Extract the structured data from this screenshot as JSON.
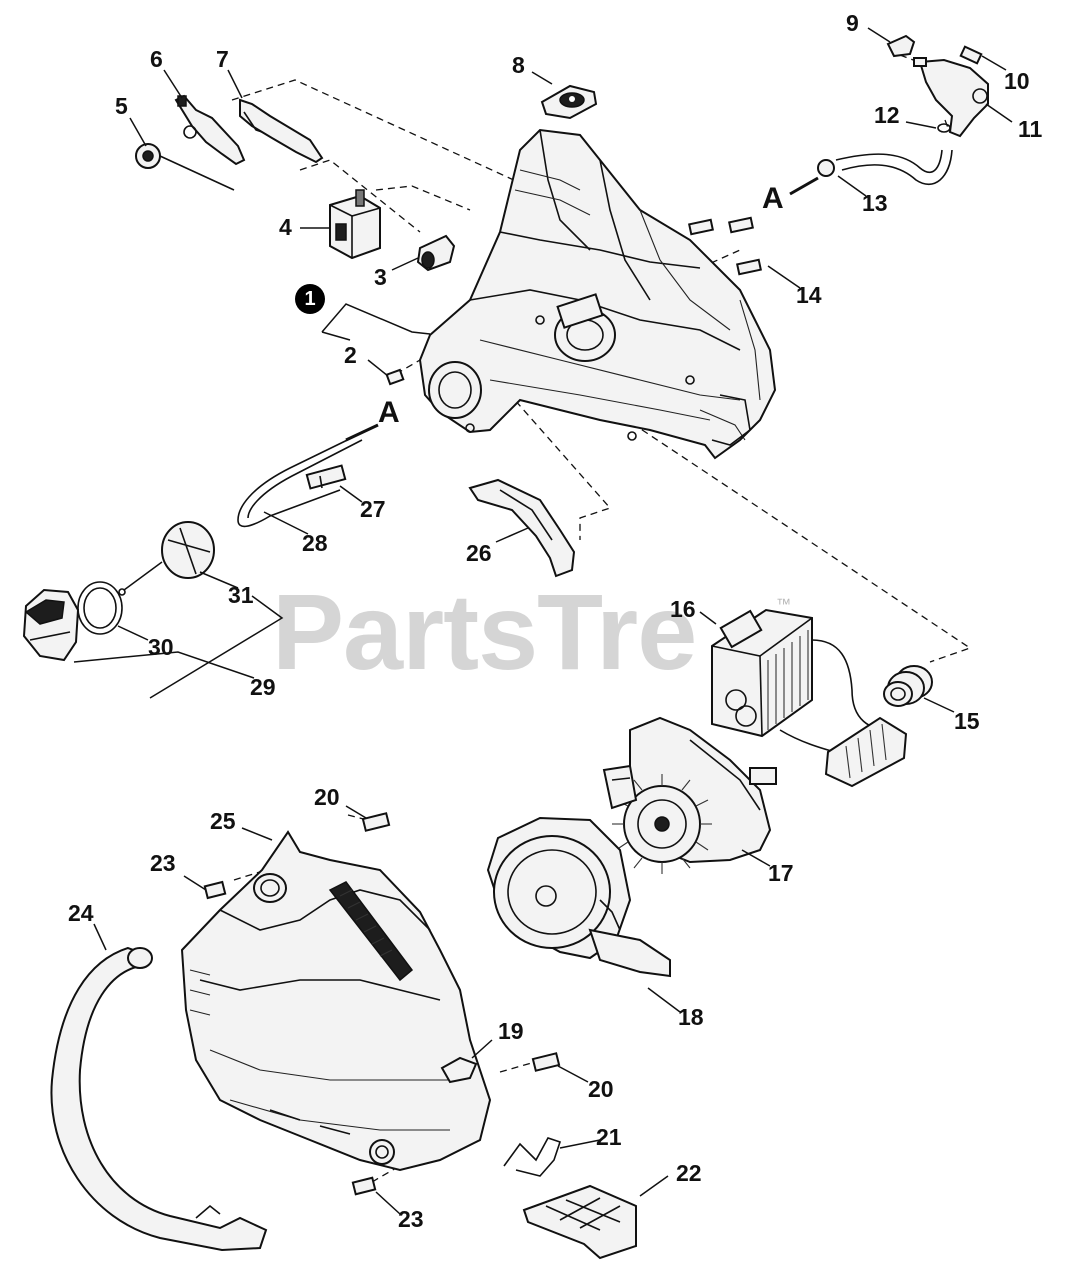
{
  "diagram": {
    "watermark": "PartsTre",
    "trademark": "™",
    "callouts": {
      "n1": "1",
      "n2": "2",
      "n3": "3",
      "n4": "4",
      "n5": "5",
      "n6": "6",
      "n7": "7",
      "n8": "8",
      "n9": "9",
      "n10": "10",
      "n11": "11",
      "n12": "12",
      "n13": "13",
      "n14": "14",
      "n15": "15",
      "n16": "16",
      "n17": "17",
      "n18": "18",
      "n19": "19",
      "n20a": "20",
      "n20b": "20",
      "n21": "21",
      "n22": "22",
      "n23a": "23",
      "n23b": "23",
      "n24": "24",
      "n25": "25",
      "n26": "26",
      "n27": "27",
      "n28": "28",
      "n29": "29",
      "n30": "30",
      "n31": "31",
      "refA1": "A",
      "refA2": "A"
    }
  }
}
